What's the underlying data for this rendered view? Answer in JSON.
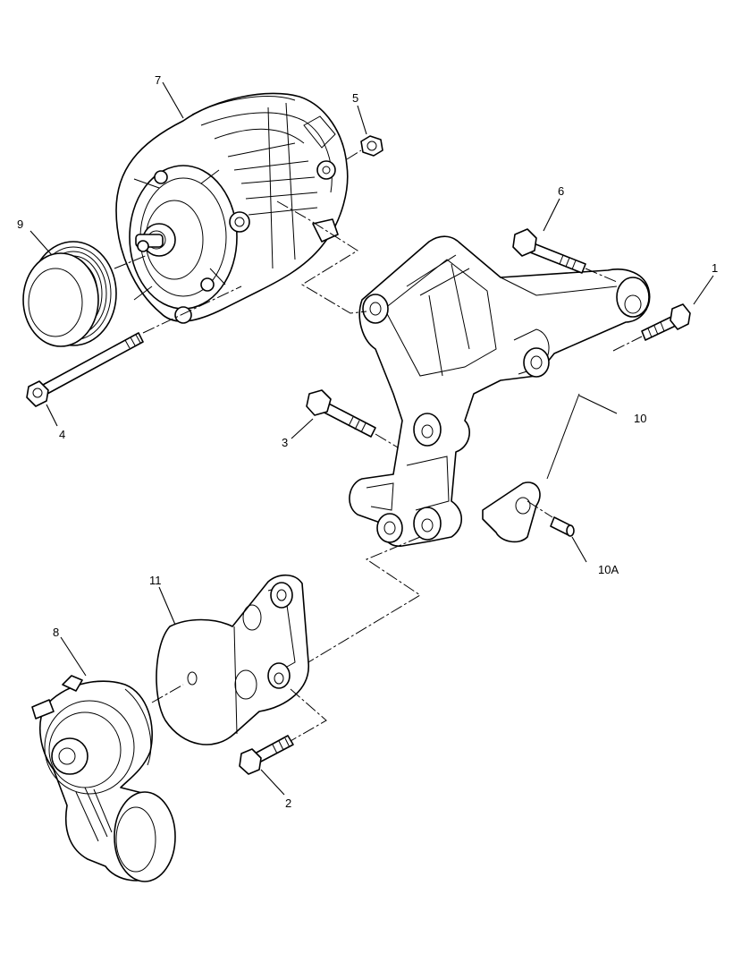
{
  "callouts": [
    {
      "id": "c1",
      "text": "1"
    },
    {
      "id": "c2",
      "text": "2"
    },
    {
      "id": "c3",
      "text": "3"
    },
    {
      "id": "c4",
      "text": "4"
    },
    {
      "id": "c5",
      "text": "5"
    },
    {
      "id": "c6",
      "text": "6"
    },
    {
      "id": "c7",
      "text": "7"
    },
    {
      "id": "c8",
      "text": "8"
    },
    {
      "id": "c9",
      "text": "9"
    },
    {
      "id": "c10",
      "text": "10"
    },
    {
      "id": "c10a",
      "text": "10A"
    },
    {
      "id": "c11",
      "text": "11"
    }
  ],
  "colors": {
    "line": "#000000",
    "background": "#ffffff"
  }
}
